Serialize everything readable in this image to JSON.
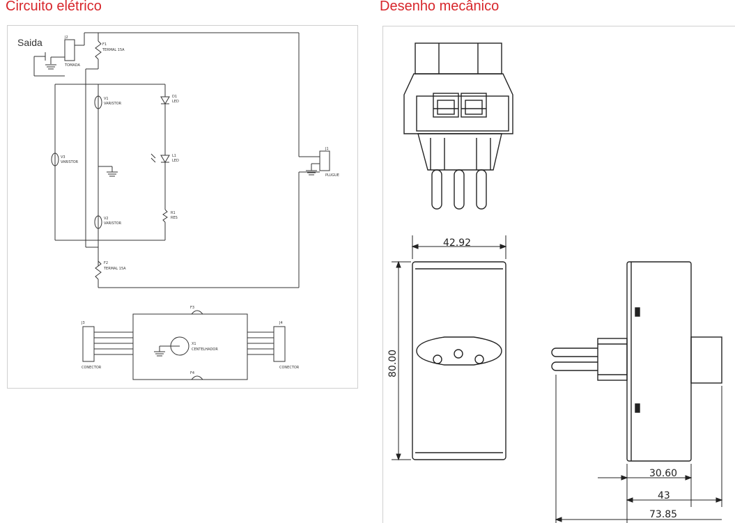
{
  "sections": {
    "circuit_title": "Circuito elétrico",
    "mechanical_title": "Desenho mecânico"
  },
  "circuit": {
    "output_label": "Saida",
    "j2": "J2",
    "j2_part": "TOMADA",
    "f1": "F1",
    "f1_part": "TERMAL 15A",
    "v1": "V1",
    "v1_part": "VARISTOR",
    "v2": "V2",
    "v2_part": "VARISTOR",
    "v3": "V3",
    "v3_part": "VARISTOR",
    "d1": "D1",
    "d1_part": "LED",
    "l1": "L1",
    "l1_part": "LED",
    "r1": "R1",
    "r1_part": "RES",
    "f2": "F2",
    "f2_part": "TERMAL 15A",
    "j1": "J1",
    "j1_part": "PLUGUE",
    "j3": "J3",
    "j3_part": "CONECTOR",
    "j4": "J4",
    "j4_part": "CONECTOR",
    "x1": "X1",
    "x1_part": "CENTELHADOR",
    "fuse_top": "F3",
    "fuse_bottom": "F4"
  },
  "mechanical": {
    "width_dim": "42.92",
    "height_dim": "80.00",
    "depth_dim_1": "30.60",
    "depth_dim_2": "43",
    "depth_dim_3": "73.85"
  }
}
